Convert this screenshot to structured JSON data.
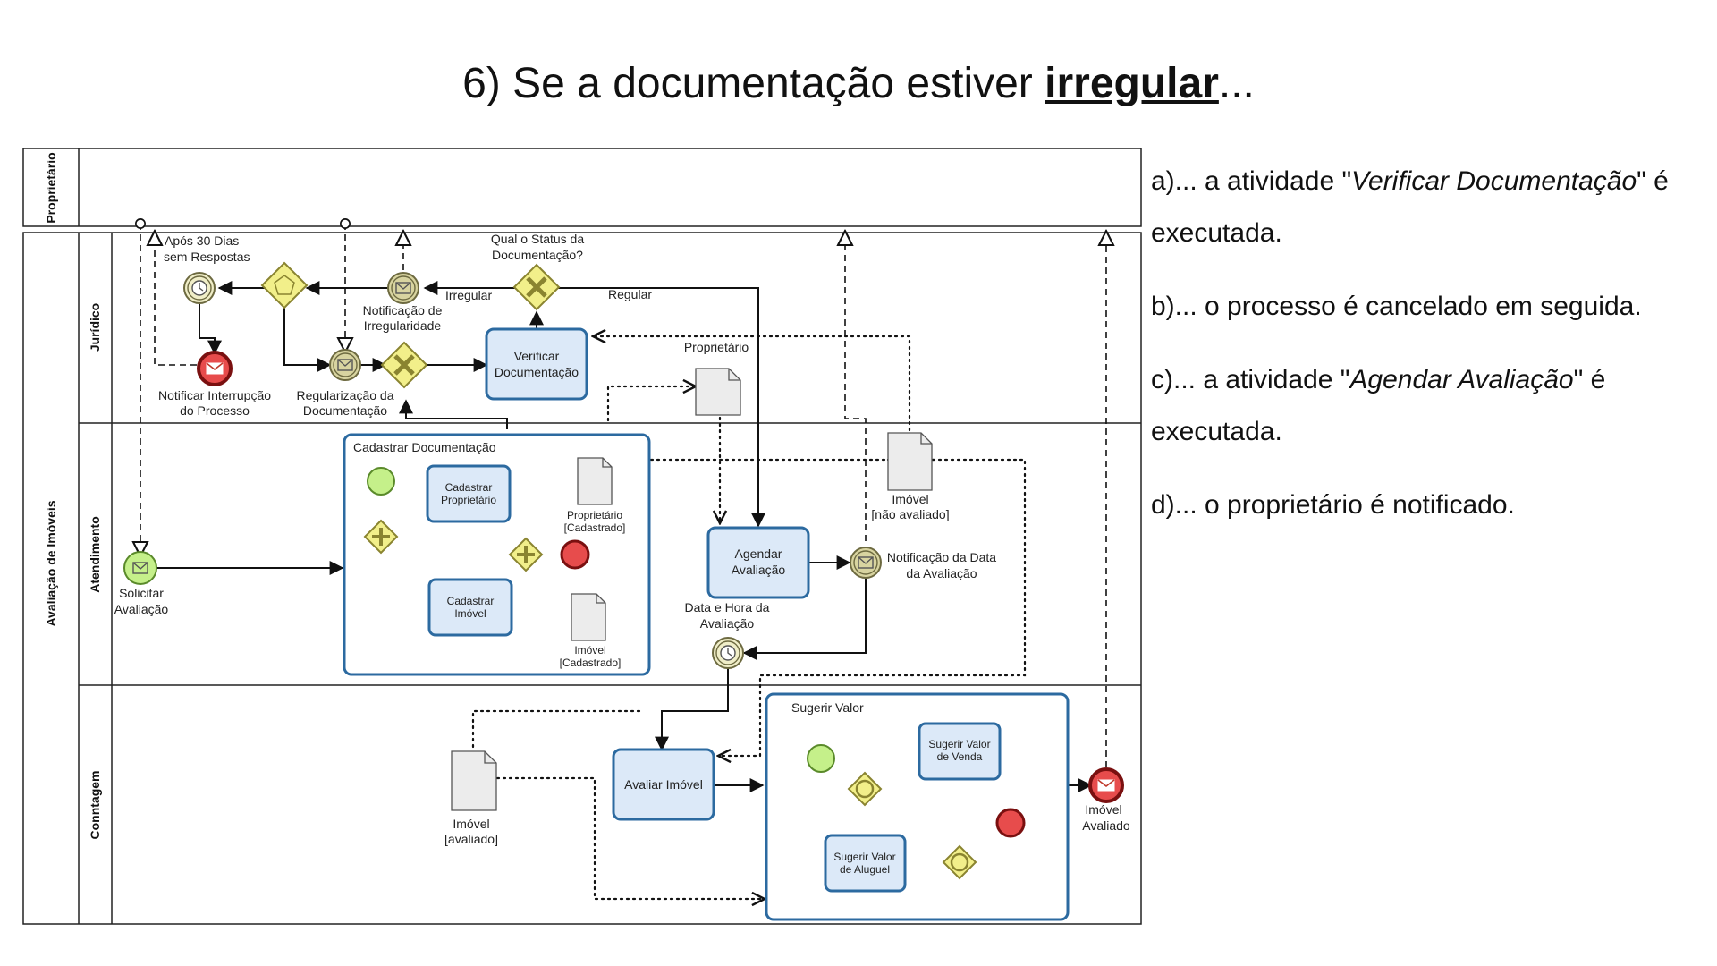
{
  "title": {
    "prefix": "6) Se a documentação estiver ",
    "emphasis": "irregular",
    "suffix": "..."
  },
  "pools": {
    "owner": "Proprietário",
    "main": "Avaliação de Imóveis"
  },
  "lanes": {
    "juridico": "Jurídico",
    "atendimento": "Atendimento",
    "contagem": "Conntagem"
  },
  "events": {
    "after30_1": "Após 30 Dias",
    "after30_2": "sem Respostas",
    "notif_interr_1": "Notificar Interrupção",
    "notif_interr_2": "do Processo",
    "notif_irreg_1": "Notificação de",
    "notif_irreg_2": "Irregularidade",
    "regularizacao_1": "Regularização da",
    "regularizacao_2": "Documentação",
    "solicitar_1": "Solicitar",
    "solicitar_2": "Avaliação",
    "notif_data_1": "Notificação da Data",
    "notif_data_2": "da Avaliação",
    "data_hora_1": "Data e Hora da",
    "data_hora_2": "Avaliação",
    "imovel_avaliado_1": "Imóvel",
    "imovel_avaliado_2": "Avaliado"
  },
  "gateways": {
    "status_q1": "Qual o Status da",
    "status_q2": "Documentação?",
    "irregular": "Irregular",
    "regular": "Regular"
  },
  "tasks": {
    "verificar_1": "Verificar",
    "verificar_2": "Documentação",
    "agendar_1": "Agendar",
    "agendar_2": "Avaliação",
    "avaliar": "Avaliar Imóvel",
    "cad_prop_1": "Cadastrar",
    "cad_prop_2": "Proprietário",
    "cad_imovel_1": "Cadastrar",
    "cad_imovel_2": "Imóvel",
    "sug_venda_1": "Sugerir Valor",
    "sug_venda_2": "de Venda",
    "sug_aluguel_1": "Sugerir Valor",
    "sug_aluguel_2": "de Aluguel"
  },
  "subprocesses": {
    "cadastrar": "Cadastrar Documentação",
    "sugerir": "Sugerir Valor"
  },
  "data_objects": {
    "proprietario": "Proprietário",
    "prop_cad_1": "Proprietário",
    "prop_cad_2": "[Cadastrado]",
    "imovel_cad_1": "Imóvel",
    "imovel_cad_2": "[Cadastrado]",
    "imovel_nao_1": "Imóvel",
    "imovel_nao_2": "[não avaliado]",
    "imovel_av_1": "Imóvel",
    "imovel_av_2": "[avaliado]"
  },
  "options": {
    "a_pre": "a)... a atividade \"",
    "a_em": "Verificar Documentação",
    "a_post": "\" é",
    "a_cont": "executada.",
    "b": "b)... o processo é cancelado em seguida.",
    "c_pre": "c)... a atividade \"",
    "c_em": "Agendar Avaliação",
    "c_post": "\" é",
    "c_cont": "executada.",
    "d": "d)... o proprietário é notificado."
  },
  "colors": {
    "task_fill": "#dce9f8",
    "task_stroke": "#2c6aa0",
    "start_fill": "#c5f08a",
    "end_fill": "#e74c4c",
    "gateway_fill": "#f2ef8a",
    "intermediate_fill": "#f0eec8"
  }
}
